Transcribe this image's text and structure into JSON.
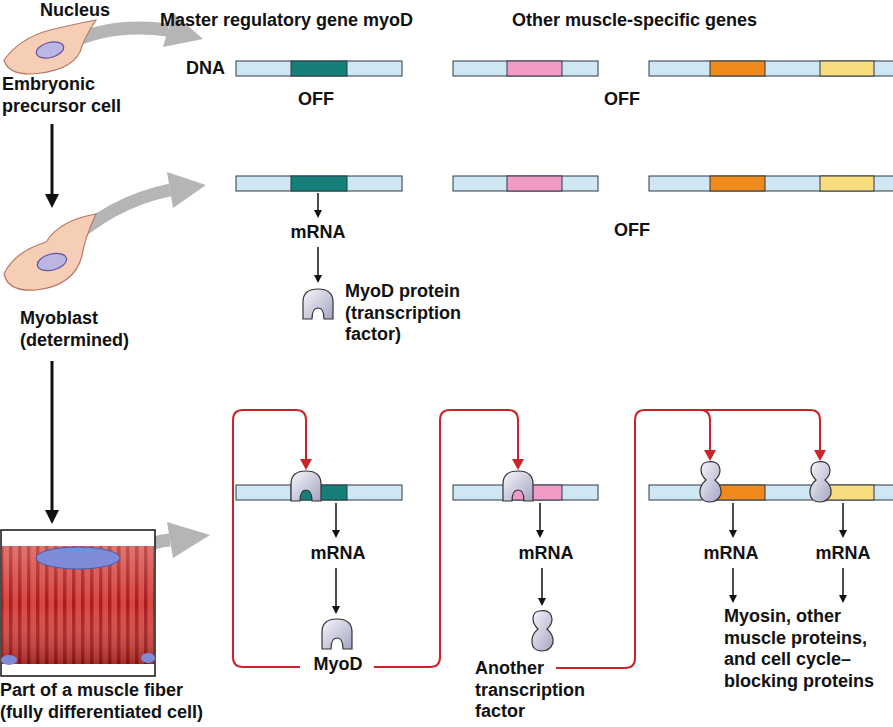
{
  "diagram": {
    "nodes": [
      {
        "text": [
          "Embryonic precursor cell"
        ]
      },
      {
        "text": [
          "Myoblast (determined)"
        ]
      },
      {
        "text": [
          "Part of a muscle fiber (fully differentiated cell)"
        ]
      }
    ],
    "edges": [
      {
        "from": 0,
        "to": 1,
        "arrow": "to"
      },
      {
        "from": 1,
        "to": 2,
        "arrow": "to"
      }
    ],
    "labels": [
      "Nucleus",
      "Master regulatory gene myoD",
      "Other muscle-specific genes",
      "DNA",
      "OFF",
      "OFF",
      "mRNA",
      "MyoD protein (transcription factor)",
      "OFF",
      "mRNA",
      "mRNA",
      "mRNA",
      "mRNA",
      "MyoD",
      "Another transcription factor",
      "Myosin, other muscle proteins, and cell cycle–blocking proteins"
    ]
  }
}
